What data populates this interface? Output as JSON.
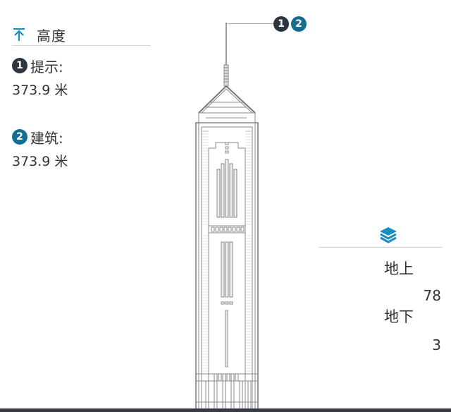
{
  "height_panel": {
    "title": "高度",
    "icon": "arrow-up-to-line-icon",
    "entries": [
      {
        "badge": "1",
        "label": "提示:",
        "value": "373.9 米",
        "badge_color": "#2d3640"
      },
      {
        "badge": "2",
        "label": "建筑:",
        "value": "373.9 米",
        "badge_color": "#146e92"
      }
    ]
  },
  "callout": {
    "badges": [
      "1",
      "2"
    ]
  },
  "floors_panel": {
    "icon": "layers-icon",
    "rows": [
      {
        "label": "地上",
        "value": "78"
      },
      {
        "label": "地下",
        "value": "3"
      }
    ]
  },
  "colors": {
    "accent": "#1a8fbf",
    "badge_dark": "#2d3640",
    "badge_blue": "#146e92",
    "bottom_bar": "#343b45"
  }
}
